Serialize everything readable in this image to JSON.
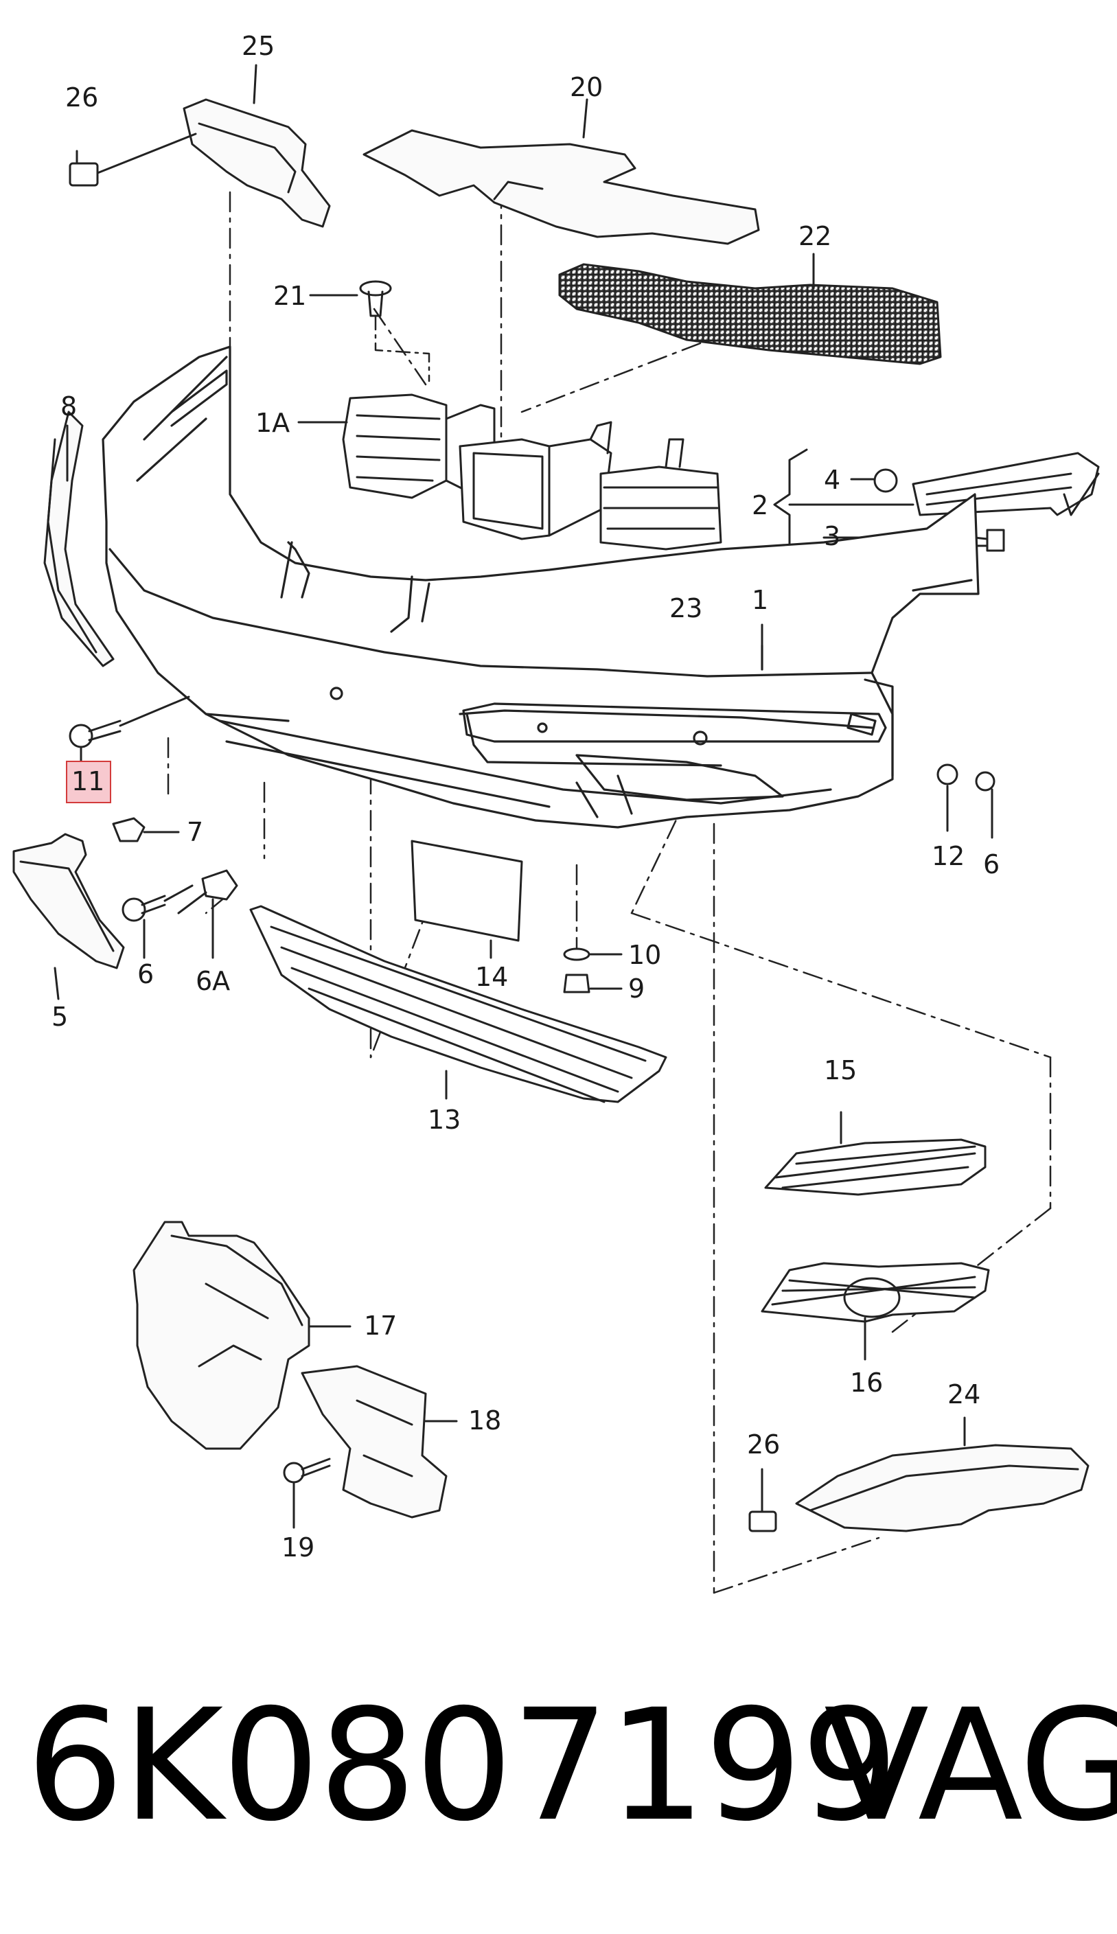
{
  "callouts": {
    "c25": "25",
    "c26a": "26",
    "c20": "20",
    "c22": "22",
    "c21": "21",
    "c1a": "1A",
    "c8": "8",
    "c4": "4",
    "c2": "2",
    "c3": "3",
    "c23": "23",
    "c1": "1",
    "c11": "11",
    "c7": "7",
    "c12": "12",
    "c6a": "6",
    "c10": "10",
    "c9": "9",
    "c6b": "6",
    "c6A": "6A",
    "c5": "5",
    "c14": "14",
    "c13": "13",
    "c15": "15",
    "c16": "16",
    "c17": "17",
    "c18": "18",
    "c24": "24",
    "c26b": "26",
    "c19": "19"
  },
  "highlight": {
    "callout": "11",
    "color": "#f7c9cf",
    "border": "#d33b3b"
  },
  "footer": {
    "part_number": "6K0807199",
    "brand": "VAG"
  }
}
